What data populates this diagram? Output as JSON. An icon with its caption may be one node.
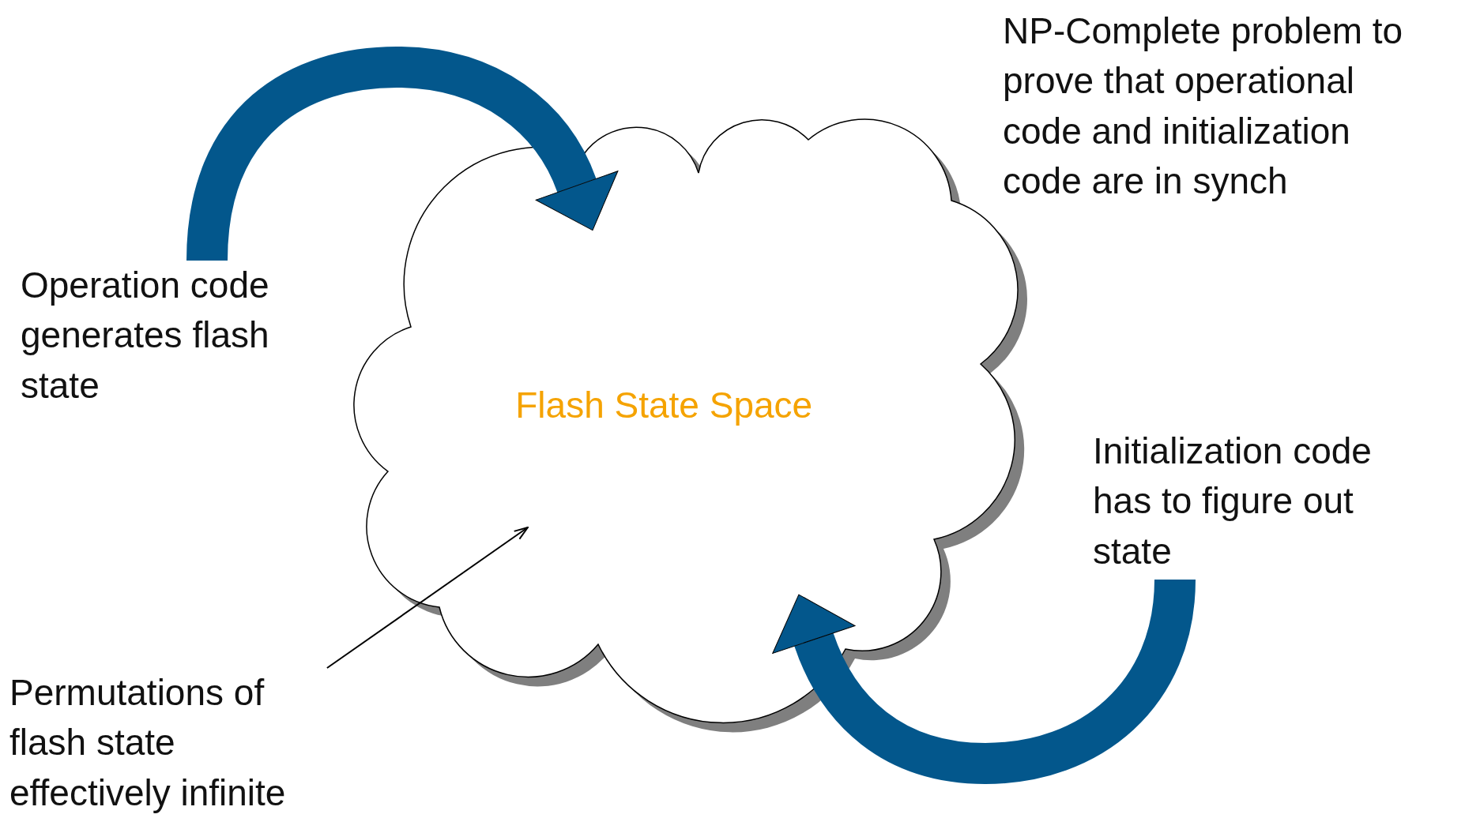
{
  "diagram": {
    "nodes": [
      {
        "text": [
          "Flash State Space"
        ]
      },
      {
        "text": [
          "Operation code generates flash state"
        ]
      },
      {
        "text": [
          "Initialization code has to figure out state"
        ]
      },
      {
        "text": [
          "Permutations of flash state effectively infinite"
        ]
      }
    ],
    "edges": [
      {
        "from": 1,
        "to": 0,
        "arrow": "to"
      },
      {
        "from": 2,
        "to": 0,
        "arrow": "to"
      },
      {
        "from": 3,
        "to": 0,
        "arrow": "to",
        "color": "#000000"
      }
    ],
    "labels": [
      "NP-Complete problem to prove that operational code and initialization code are in synch"
    ]
  }
}
